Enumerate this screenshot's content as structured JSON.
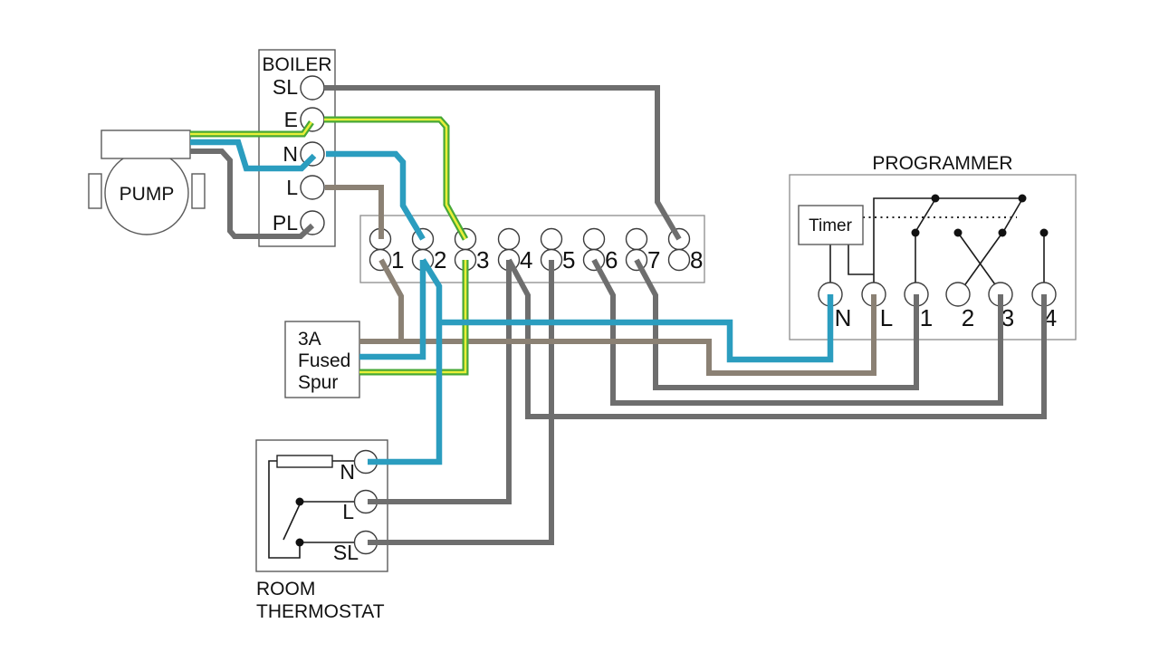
{
  "colors": {
    "wire_grey": "#6e6e6e",
    "wire_live": "#8b8174",
    "wire_blue": "#2b9dbf",
    "wire_earth_green": "#47a837",
    "wire_earth_yellow": "#e9ef39"
  },
  "pump": {
    "label": "PUMP"
  },
  "boiler": {
    "title": "BOILER",
    "terminals": [
      "SL",
      "E",
      "N",
      "L",
      "PL"
    ]
  },
  "strip": {
    "terminals": [
      "1",
      "2",
      "3",
      "4",
      "5",
      "6",
      "7",
      "8"
    ]
  },
  "fused_spur": {
    "lines": [
      "3A",
      "Fused",
      "Spur"
    ]
  },
  "room_thermostat": {
    "terminals": [
      "N",
      "L",
      "SL"
    ],
    "caption_lines": [
      "ROOM",
      "THERMOSTAT"
    ]
  },
  "programmer": {
    "title": "PROGRAMMER",
    "timer_label": "Timer",
    "terminals": [
      "N",
      "L",
      "1",
      "2",
      "3",
      "4"
    ]
  }
}
